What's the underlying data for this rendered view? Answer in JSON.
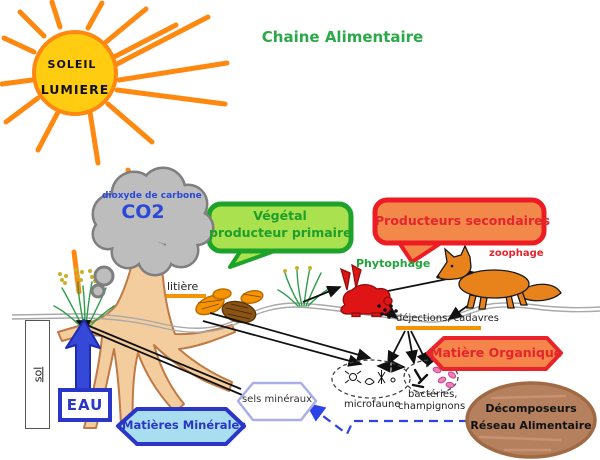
{
  "title": "Chaine Alimentaire",
  "sun": {
    "label1": "SOLEIL",
    "label2": "LUMIERE"
  },
  "cloud": {
    "label1": "dioxyde de carbone",
    "label2": "CO2"
  },
  "bubble_vegetal": {
    "line1": "Végétal",
    "line2": "producteur primaire"
  },
  "bubble_producteurs": {
    "label": "Producteurs secondaires"
  },
  "labels": {
    "phytophage": "Phytophage",
    "zoophage": "zoophage",
    "litiere": "litière",
    "dejections": "déjections, cadavres",
    "sol": "sol",
    "eau": "EAU",
    "sels_mineraux": "sels minéraux",
    "matieres_minerales": "Matières Minérales",
    "matiere_organique": "Matière Organique",
    "microfaune": "microfaune",
    "bacteries": "bactéries,",
    "champignons": "champignons"
  },
  "decomposeurs": {
    "line1": "Décomposeurs",
    "line2": "Réseau Alimentaire"
  },
  "colors": {
    "title_green": "#2BA84A",
    "bubble_green_fill": "#A9E14F",
    "bubble_green_border": "#1EA32A",
    "bubble_green_text": "#1F9E2C",
    "bubble_orange_fill": "#F2894A",
    "bubble_red_border": "#ED1C24",
    "red_text": "#E3262C",
    "sun_fill": "#FFCC11",
    "ray_orange": "#FF8811",
    "cloud_text_blue": "#2B48D8",
    "deep_blue": "#2936C8",
    "underline_orange": "#F59300",
    "organique_fill": "#F5854A",
    "mineral_fill": "#A8DEEF",
    "decomposeurs_fill": "#B5805E"
  }
}
